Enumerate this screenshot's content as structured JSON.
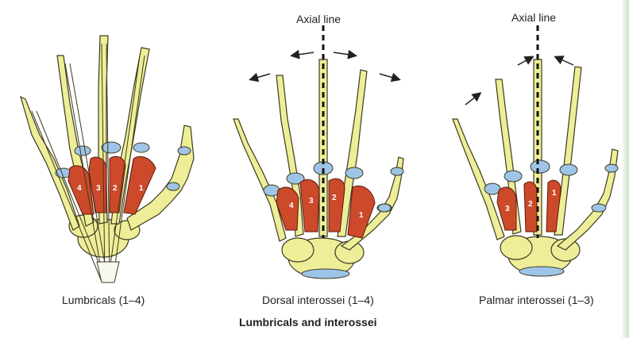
{
  "figure": {
    "title": "Lumbricals and interossei",
    "panels": [
      {
        "id": "lumbricals",
        "caption": "Lumbricals (1–4)",
        "muscle_labels": [
          "4",
          "3",
          "2",
          "1"
        ]
      },
      {
        "id": "dorsal",
        "caption": "Dorsal interossei (1–4)",
        "axial_label": "Axial line",
        "muscle_labels": [
          "4",
          "3",
          "2",
          "1"
        ]
      },
      {
        "id": "palmar",
        "caption": "Palmar interossei (1–3)",
        "axial_label": "Axial line",
        "muscle_labels": [
          "3",
          "2",
          "1"
        ]
      }
    ]
  },
  "colors": {
    "bone": "#eeee99",
    "cartilage": "#9ec5e8",
    "muscle": "#cc4a2a",
    "outline": "#3d3a1e"
  }
}
